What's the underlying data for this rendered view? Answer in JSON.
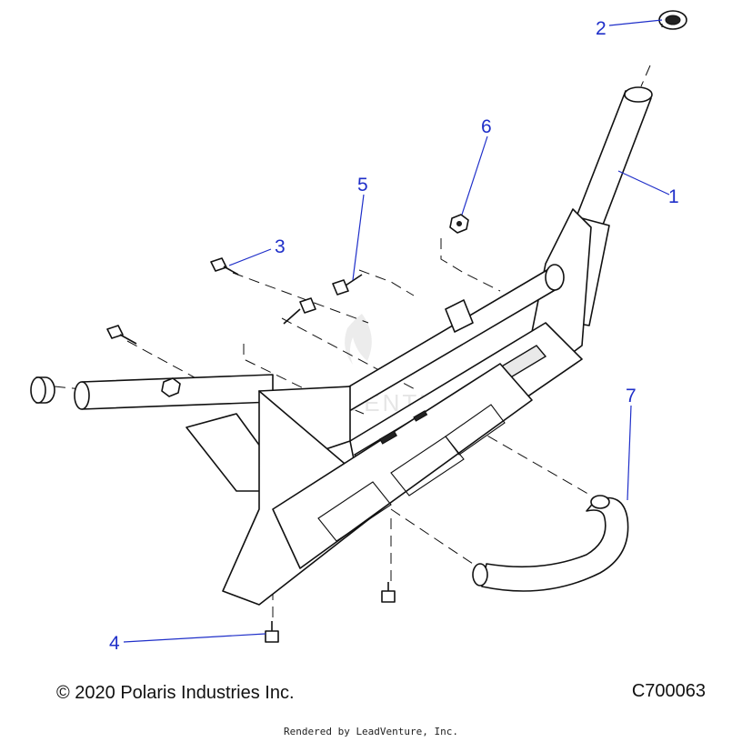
{
  "callouts": [
    {
      "id": "1",
      "label": "1"
    },
    {
      "id": "2",
      "label": "2"
    },
    {
      "id": "3",
      "label": "3"
    },
    {
      "id": "4",
      "label": "4"
    },
    {
      "id": "5",
      "label": "5"
    },
    {
      "id": "6",
      "label": "6"
    },
    {
      "id": "7",
      "label": "7"
    }
  ],
  "watermark": "LEADVENTURE",
  "footer": {
    "copyright": "© 2020 Polaris Industries Inc.",
    "drawing_id": "C700063",
    "rendered_by": "Rendered by LeadVenture, Inc."
  },
  "colors": {
    "callout": "#1f2fc9",
    "line": "#111111",
    "watermark": "#e6e6e6"
  }
}
